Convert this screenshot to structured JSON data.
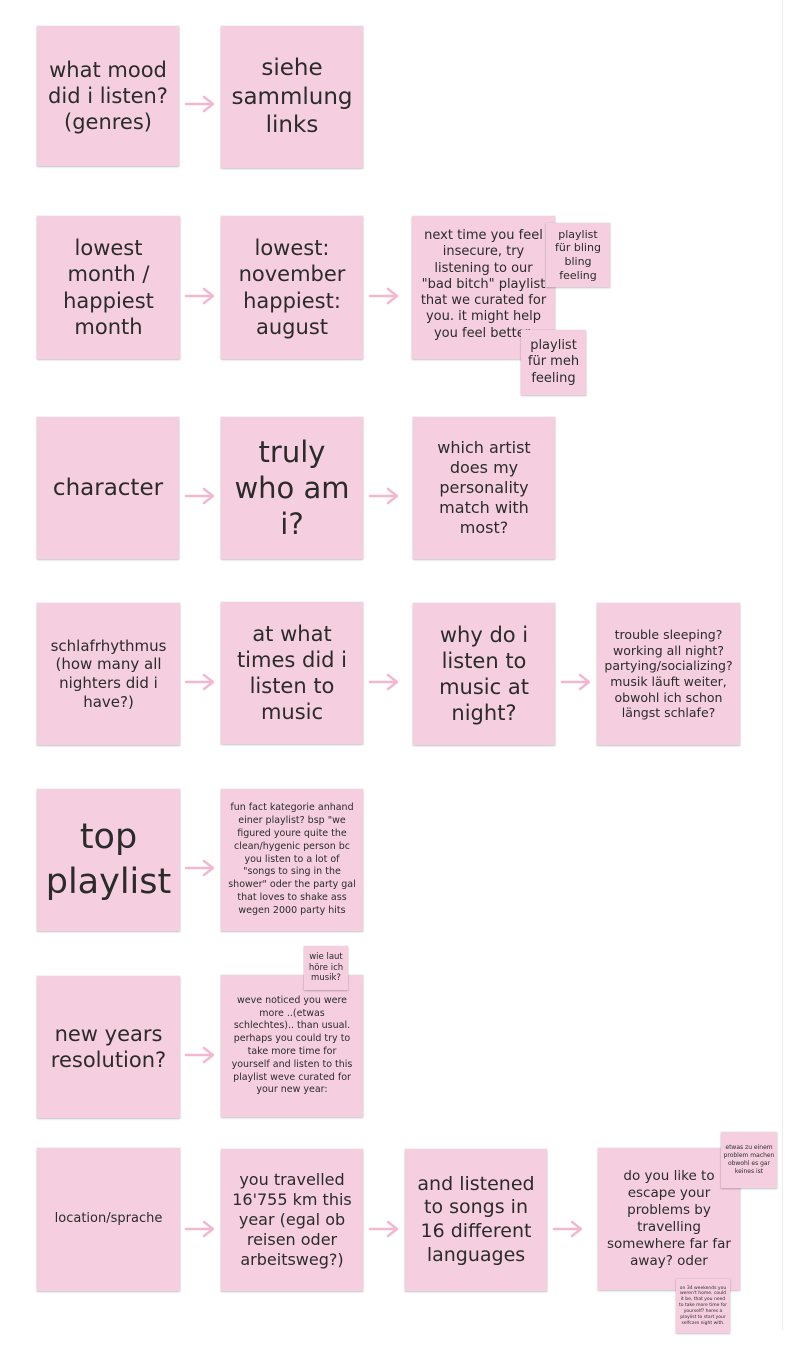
{
  "rows": [
    {
      "main": "what mood did i listen? (genres)",
      "answer": "siehe sammlung links"
    },
    {
      "main": "lowest month / happiest month",
      "answer": "lowest: november happiest: august",
      "detail": "next time you feel insecure, try listening to our \"bad bitch\" playlist that we curated for you. it might help you feel better.",
      "side_a": "playlist für bling bling feeling",
      "side_b": "playlist für meh feeling"
    },
    {
      "main": "character",
      "answer": "truly who am i?",
      "detail": "which artist does my personality match with most?"
    },
    {
      "main": "schlafrhythmus (how many all nighters did i have?)",
      "answer": "at what times did i listen to music",
      "detail": "why do i listen to music at night?",
      "extra": "trouble sleeping? working all night? partying/socializing? musik läuft weiter, obwohl ich schon längst schlafe?"
    },
    {
      "main": "top playlist",
      "answer": "fun fact kategorie anhand einer playlist? bsp \"we figured youre quite the clean/hygenic person bc you listen to a lot of \"songs to sing in the shower\" oder the party gal that loves to shake ass wegen 2000 party hits"
    },
    {
      "main": "new years resolution?",
      "answer": "weve noticed you were more ..(etwas schlechtes).. than usual. perhaps you could try to take more time for yourself and listen to this playlist weve curated for your new year:",
      "side": "wie laut höre ich musik?"
    },
    {
      "main": "location/sprache",
      "answer": "you travelled 16'755 km this year (egal ob reisen oder arbeitsweg?)",
      "detail": "and listened to songs in 16 different languages",
      "extra": "do you like to escape your problems by travelling somewhere far far away? oder",
      "side_a": "etwas zu einem problem machen obwohl es gar keines ist",
      "side_b": "on 34 weekends you weren't home. could it be, that you need to take more time for yourself? heres a playlist to start your selfcare night with."
    }
  ],
  "colors": {
    "note": "#f5cfdf",
    "arrow": "#f2b8cf",
    "text": "#2b2b2b"
  }
}
